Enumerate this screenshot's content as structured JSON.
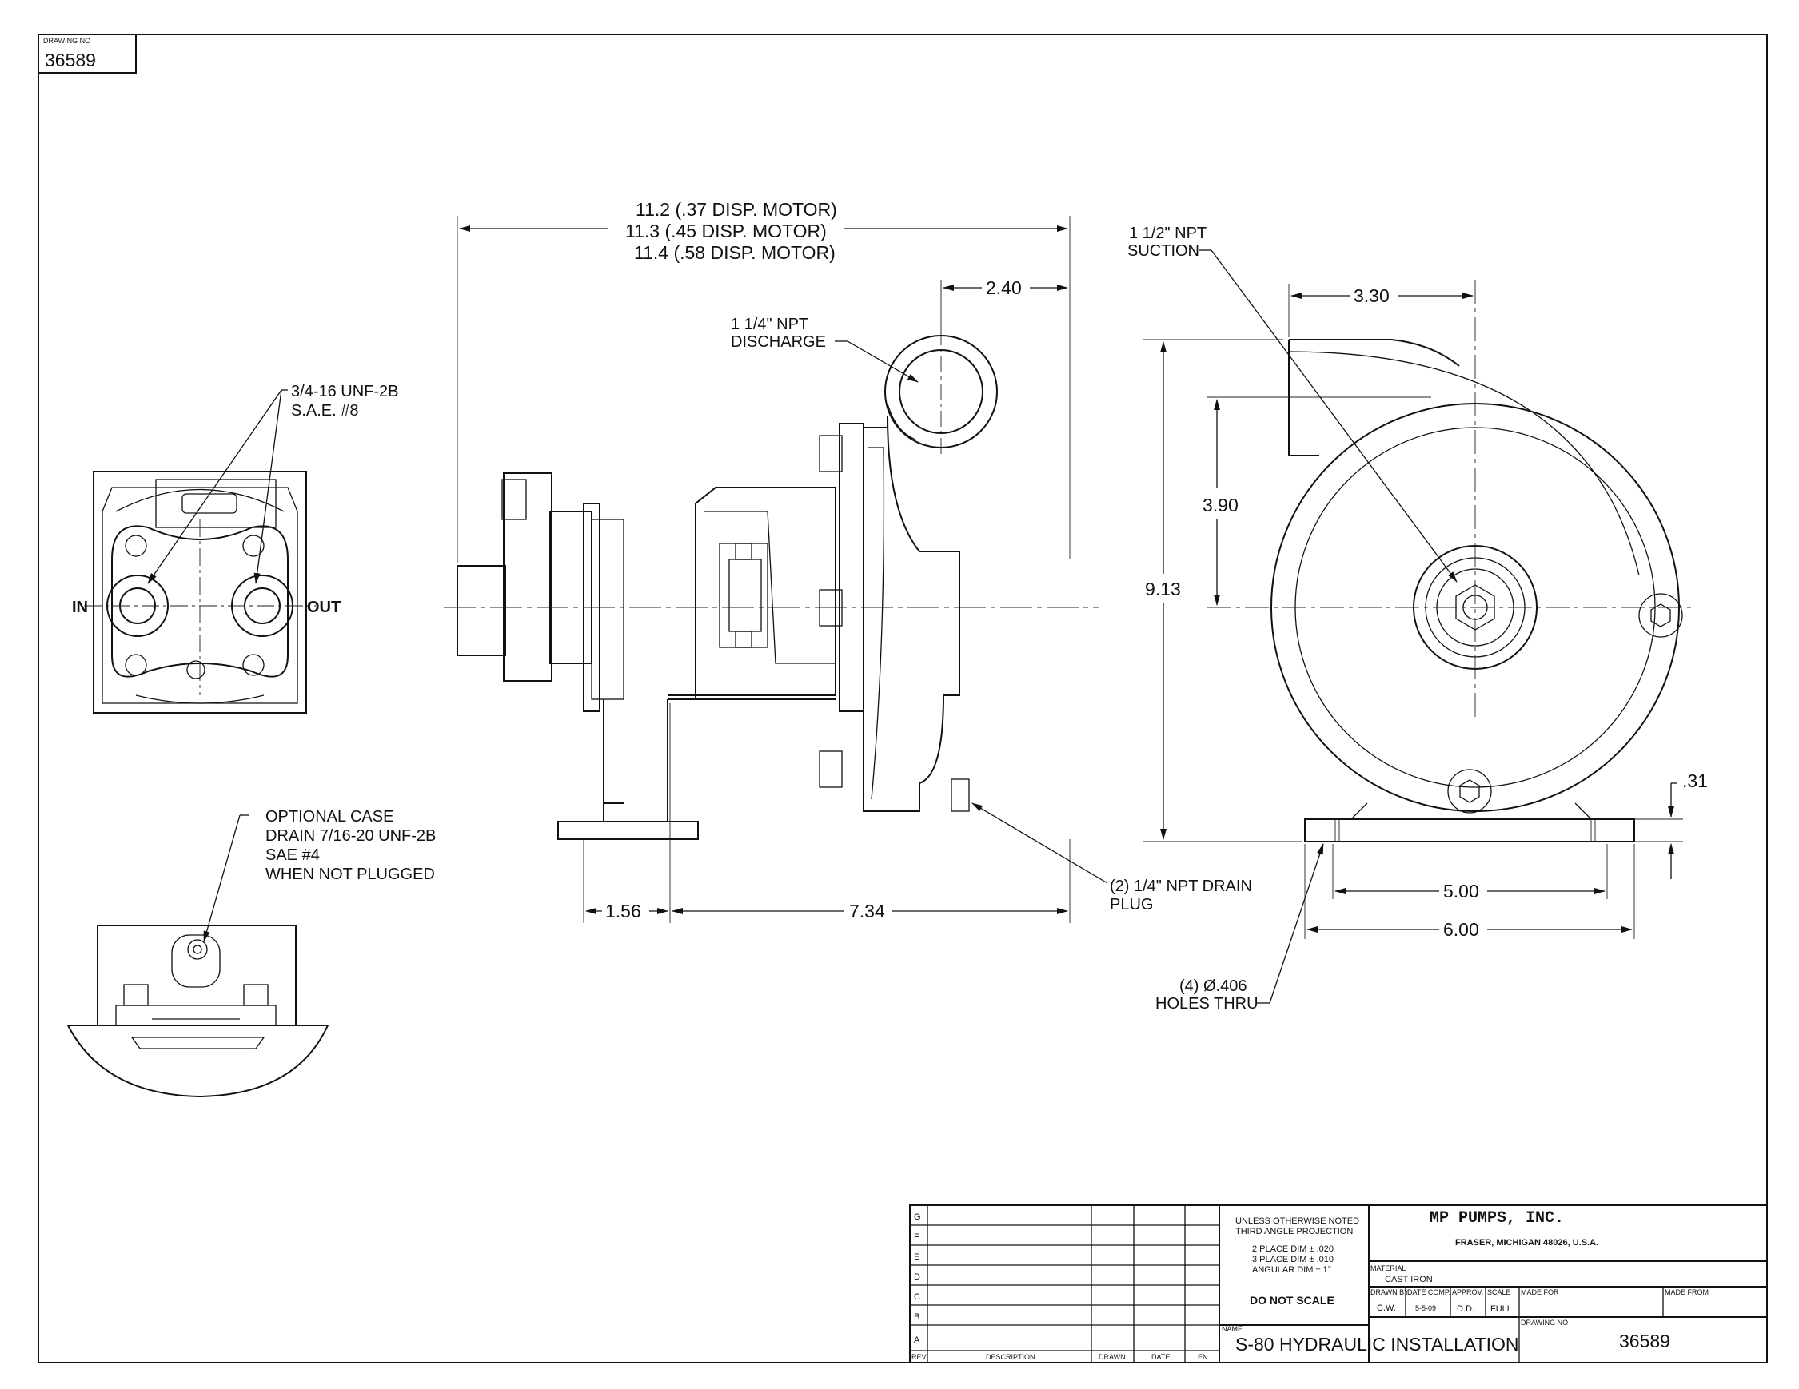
{
  "drawing_no_box": {
    "label": "DRAWING NO",
    "value": "36589"
  },
  "views": {
    "rear": {
      "port_label": "3/4-16 UNF-2B",
      "port_label_2": "S.A.E. #8",
      "in_label": "IN",
      "out_label": "OUT"
    },
    "drain_detail": {
      "line1": "OPTIONAL CASE",
      "line2": "DRAIN 7/16-20 UNF-2B",
      "line3": "SAE #4",
      "line4": "WHEN NOT PLUGGED"
    },
    "side": {
      "overall_1": "11.2 (.37 DISP. MOTOR)",
      "overall_2": "11.3 (.45 DISP. MOTOR)",
      "overall_3": "11.4 (.58 DISP. MOTOR)",
      "dim_discharge": "2.40",
      "discharge_1": "1 1/4\" NPT",
      "discharge_2": "DISCHARGE",
      "dim_foot": "1.56",
      "dim_body": "7.34",
      "drain_1": "(2) 1/4\" NPT DRAIN",
      "drain_2": "PLUG"
    },
    "front": {
      "suction_1": "1 1/2\" NPT",
      "suction_2": "SUCTION",
      "dim_width_top": "3.30",
      "dim_height_center": "3.90",
      "dim_height_total": "9.13",
      "dim_base_thk": ".31",
      "dim_holes_inner": "5.00",
      "dim_holes_outer": "6.00",
      "holes_1": "(4) Ø.406",
      "holes_2": "HOLES THRU"
    }
  },
  "title_block": {
    "rev_letters": [
      "G",
      "F",
      "E",
      "D",
      "C",
      "B",
      "A"
    ],
    "rev_header": {
      "rev": "REV",
      "description": "DESCRIPTION",
      "drawn": "DRAWN",
      "date": "DATE",
      "en": "EN"
    },
    "notes_1": "UNLESS OTHERWISE NOTED",
    "notes_2": "THIRD ANGLE PROJECTION",
    "tol_1": "2 PLACE DIM ± .020",
    "tol_2": "3 PLACE DIM ± .010",
    "tol_3": "ANGULAR DIM ± 1°",
    "do_not_scale": "DO NOT SCALE",
    "company": "MP PUMPS, INC.",
    "address": "FRASER, MICHIGAN  48026, U.S.A.",
    "material_label": "MATERIAL",
    "material": "CAST IRON",
    "drawn_by_label": "DRAWN BY",
    "drawn_by": "C.W.",
    "date_comp_label": "DATE COMP.",
    "date_comp": "5-5-09",
    "approv_label": "APPROV.",
    "approv": "D.D.",
    "scale_label": "SCALE",
    "scale": "FULL",
    "made_for_label": "MADE FOR",
    "made_from_label": "MADE FROM",
    "name_label": "NAME",
    "name": "S-80 HYDRAULIC INSTALLATION",
    "drawing_no_label": "DRAWING NO",
    "drawing_no": "36589"
  }
}
